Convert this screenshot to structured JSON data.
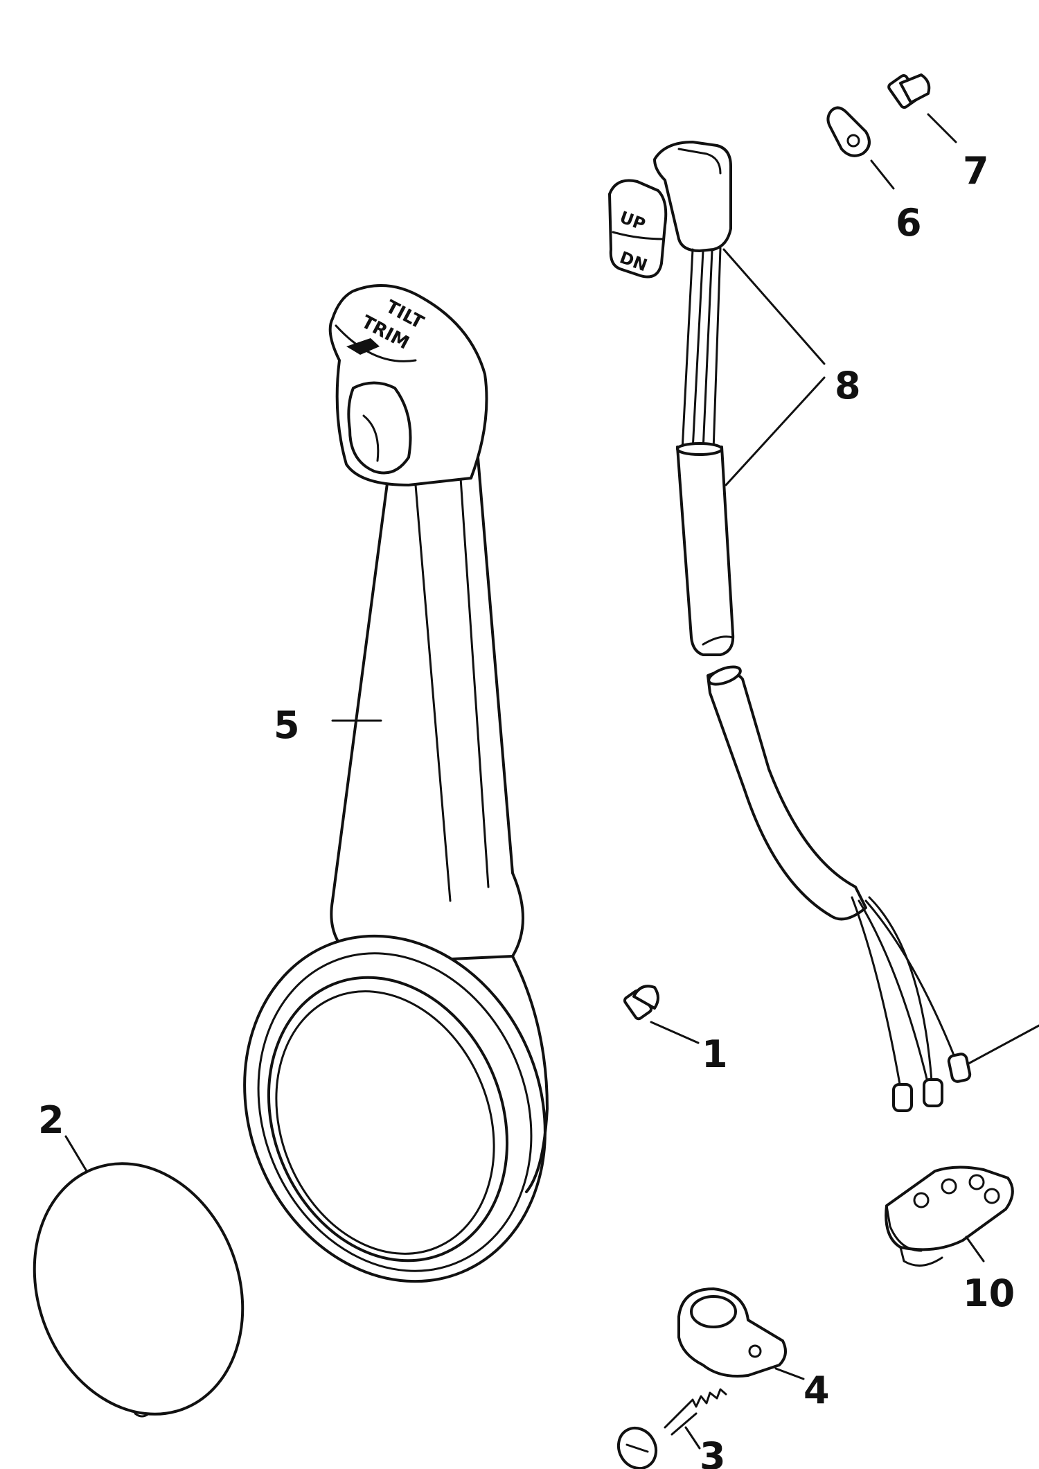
{
  "callouts": [
    {
      "id": "1",
      "label": "1"
    },
    {
      "id": "2",
      "label": "2"
    },
    {
      "id": "3",
      "label": "3"
    },
    {
      "id": "4",
      "label": "4"
    },
    {
      "id": "5",
      "label": "5"
    },
    {
      "id": "6",
      "label": "6"
    },
    {
      "id": "7",
      "label": "7"
    },
    {
      "id": "8",
      "label": "8"
    },
    {
      "id": "10",
      "label": "10"
    }
  ],
  "handle_text": {
    "line1": "TILT",
    "line2": "TRIM"
  },
  "switch_text": {
    "up": "UP",
    "down": "DN"
  },
  "colors": {
    "ink": "#111111",
    "background": "#ffffff"
  }
}
